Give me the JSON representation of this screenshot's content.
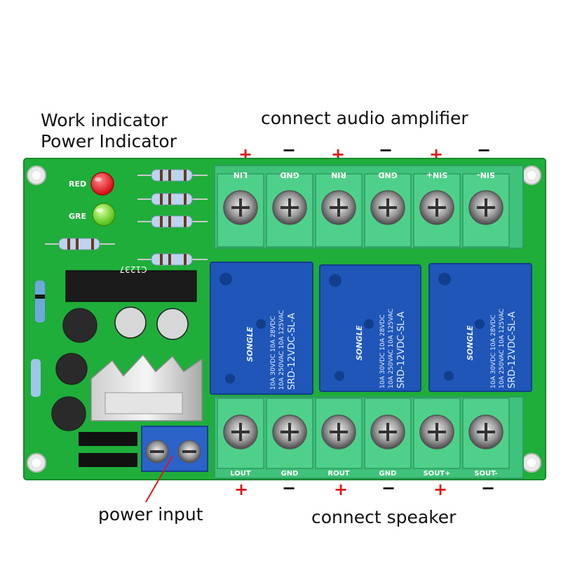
{
  "captions": {
    "work_indicator": "Work indicator",
    "power_indicator": "Power Indicator",
    "connect_amplifier": "connect audio amplifier",
    "power_input": "power input",
    "connect_speaker": "connect speaker"
  },
  "top_polarity": [
    "+",
    "−",
    "+",
    "−",
    "+",
    "−"
  ],
  "bottom_polarity": [
    "+",
    "−",
    "+",
    "−",
    "+",
    "−"
  ],
  "terminal_labels_top": [
    "LIN",
    "GND",
    "RIN",
    "GND",
    "SIN+",
    "SIN-"
  ],
  "terminal_labels_bottom": [
    "LOUT",
    "GND",
    "ROUT",
    "GND",
    "SOUT+",
    "SOUT-"
  ],
  "led_labels": {
    "red": "RED",
    "green": "GRE"
  },
  "chip_label": "C1237",
  "relay": {
    "brand": "SONGLE",
    "model": "SRD-12VDC-SL-A",
    "rating_1": "10A 250VAC 10A 125VAC",
    "rating_2": "10A 30VDC 10A 28VDC"
  },
  "colors": {
    "pcb": "#1fae3a",
    "terminal": "#3fc27a",
    "relay": "#1f56b8",
    "plus": "#e0161b",
    "minus": "#111111"
  }
}
